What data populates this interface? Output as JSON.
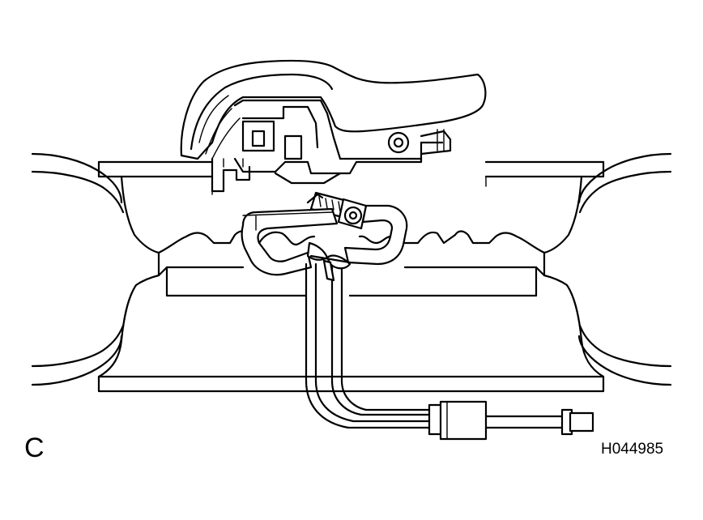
{
  "diagram": {
    "view_label": "C",
    "figure_code": "H044985",
    "colors": {
      "line": "#000000",
      "background": "#ffffff"
    },
    "parts": [
      "wheel-rim",
      "steering-wheel-pad",
      "airbag-disposal-bracket",
      "bolt",
      "tie-wrap",
      "service-wire-harness",
      "wire-connector"
    ]
  }
}
